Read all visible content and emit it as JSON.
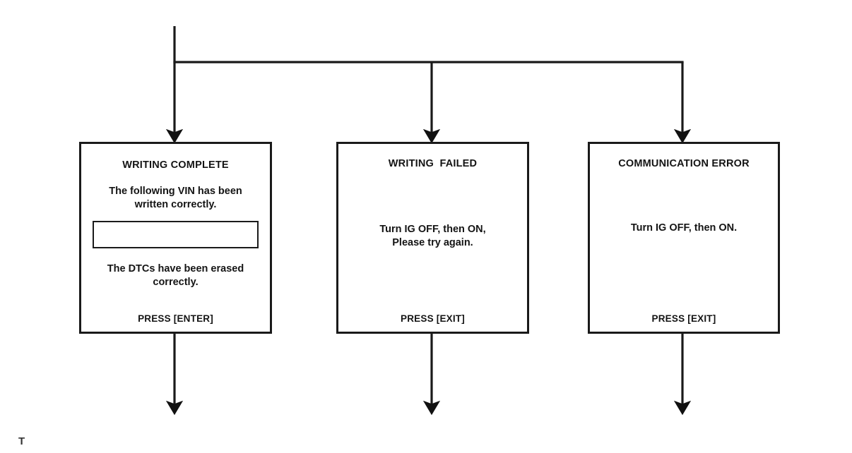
{
  "diagram": {
    "type": "flowchart",
    "orientation": "top-down-branching",
    "corner_mark": "T",
    "line_color": "#1a1a1a",
    "background_color": "#ffffff",
    "branch_count": 3
  },
  "boxes": [
    {
      "id": "writing-complete",
      "title": "WRITING COMPLETE",
      "body_lines": [
        "The following VIN has been",
        "written correctly."
      ],
      "field": {
        "name": "vin-field",
        "value": "",
        "placeholder": ""
      },
      "body_lines2": [
        "The DTCs have been erased",
        "correctly."
      ],
      "footer": "PRESS [ENTER]"
    },
    {
      "id": "writing-failed",
      "title": "WRITING  FAILED",
      "body_lines": [
        "Turn IG OFF, then ON,",
        "Please try again."
      ],
      "footer": "PRESS [EXIT]"
    },
    {
      "id": "communication-error",
      "title": "COMMUNICATION ERROR",
      "body_lines": [
        "Turn IG OFF, then ON."
      ],
      "footer": "PRESS [EXIT]"
    }
  ]
}
